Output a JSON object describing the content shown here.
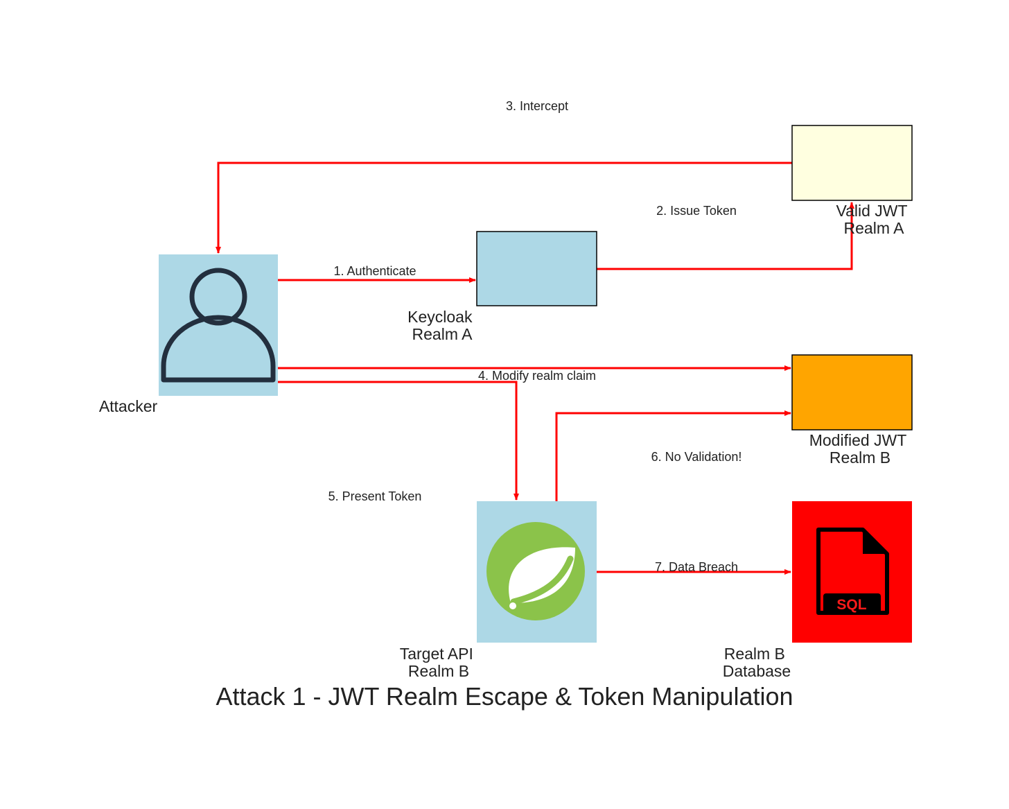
{
  "title": "Attack 1 - JWT Realm Escape & Token Manipulation",
  "colors": {
    "edge": "#ff0000",
    "node_blue": "#add8e6",
    "valid_jwt": "#ffffe0",
    "modified_jwt": "#ffa500",
    "database": "#ff0000",
    "spring_green": "#8bc34a",
    "person_stroke": "#232f3e"
  },
  "nodes": {
    "attacker": {
      "label": "Attacker",
      "icon": "user-icon"
    },
    "keycloak": {
      "label_line1": "Keycloak",
      "label_line2": "Realm A"
    },
    "valid_jwt": {
      "label_line1": "Valid JWT",
      "label_line2": "Realm A"
    },
    "modified_jwt": {
      "label_line1": "Modified JWT",
      "label_line2": "Realm B"
    },
    "target_api": {
      "label_line1": "Target API",
      "label_line2": "Realm B",
      "icon": "spring-leaf-icon"
    },
    "database": {
      "label_line1": "Realm B",
      "label_line2": "Database",
      "icon": "sql-file-icon",
      "icon_text": "SQL"
    }
  },
  "edges": [
    {
      "from": "attacker",
      "to": "keycloak",
      "label": "1. Authenticate"
    },
    {
      "from": "keycloak",
      "to": "valid_jwt",
      "label": "2. Issue Token"
    },
    {
      "from": "valid_jwt",
      "to": "attacker",
      "label": "3. Intercept"
    },
    {
      "from": "attacker",
      "to": "modified_jwt",
      "label": "4. Modify realm claim"
    },
    {
      "from": "attacker",
      "to": "target_api",
      "label": "5. Present Token"
    },
    {
      "from": "target_api",
      "to": "modified_jwt",
      "label": "6. No Validation!"
    },
    {
      "from": "target_api",
      "to": "database",
      "label": "7. Data Breach"
    }
  ]
}
